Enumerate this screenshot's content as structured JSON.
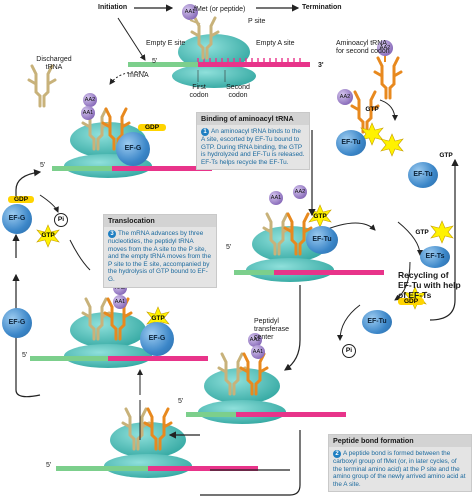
{
  "labels": {
    "initiation": "Initiation",
    "fmet": "fMet (or peptide)",
    "termination": "Termination",
    "p_site": "P site",
    "empty_e_site": "Empty E site",
    "empty_a_site": "Empty A site",
    "aminoacyl_trna_second": "Aminoacyl tRNA\nfor second codon",
    "discharged_trna": "Discharged\ntRNA",
    "mrna": "mRNA",
    "first_codon": "First\ncodon",
    "second_codon": "Second\ncodon",
    "five_prime": "5'",
    "three_prime": "3'",
    "peptidyl_transferase": "Peptidyl\ntransferase\ncenter",
    "recycling": "Recycling of\nEF-Tu with help\nof EF-Ts"
  },
  "molecules": {
    "aa1": "AA1",
    "aa2": "AA2",
    "gtp": "GTP",
    "gdp": "GDP",
    "pi": "Pi",
    "ef_tu": "EF-Tu",
    "ef_g": "EF-G",
    "ef_ts": "EF-Ts"
  },
  "boxes": {
    "binding": {
      "title": "Binding of aminoacyl tRNA",
      "num": "1",
      "text": "An aminoacyl tRNA binds to the A site, escorted by EF-Tu bound to GTP. During tRNA binding, the GTP is hydrolyzed and EF-Tu is released. EF-Ts helps recycle the EF-Tu."
    },
    "translocation": {
      "title": "Translocation",
      "num": "3",
      "text": "The mRNA advances by three nucleotides, the peptidyl tRNA moves from the A site to the P site, and the empty tRNA moves from the P site to the E site, accompanied by the hydrolysis of GTP bound to EF-G."
    },
    "peptide": {
      "title": "Peptide bond formation",
      "num": "2",
      "text": "A peptide bond is formed between the carboxyl group of fMet (or, in later cycles, of the terminal amino acid) at the P site and the amino group of the newly arrived amino acid at the A site."
    }
  },
  "colors": {
    "ribosome": "#5ec4bf",
    "ribosome_dark": "#2e9a95",
    "mrna_pink": "#e8348a",
    "mrna_green": "#7ccf8c",
    "trna_tan": "#e8d9a8",
    "trna_orange": "#e8891e",
    "ef_blue": "#3b86c8",
    "aa_purple": "#9b7fc8",
    "gtp_yellow": "#fff200",
    "text_blue": "#1c6a9e"
  }
}
